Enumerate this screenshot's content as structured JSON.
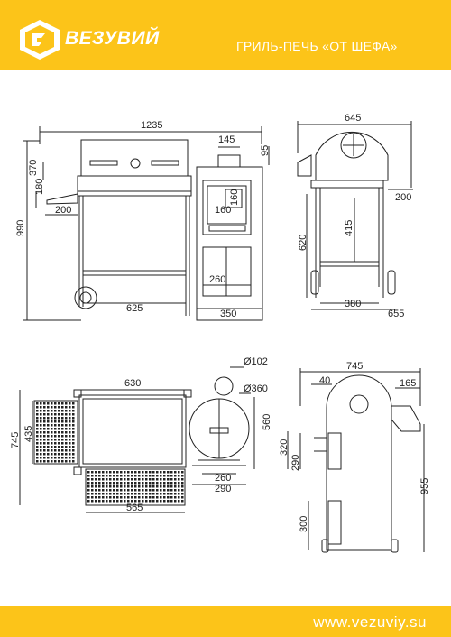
{
  "header": {
    "brand": "ВЕЗУВИЙ",
    "product_title": "ГРИЛЬ-ПЕЧЬ «ОТ ШЕФА»",
    "logo_icon": "brand-logo-icon",
    "background_color": "#fcc419",
    "text_color": "#ffffff"
  },
  "footer": {
    "website": "www.vezuviy.su"
  },
  "dimensions": {
    "front_view": {
      "overall_width": "1235",
      "chimney_width": "145",
      "chimney_height": "95",
      "firebox_lid_height": "370",
      "lid_height": "180",
      "side_shelf_width": "200",
      "total_height": "990",
      "firebox_door": "160",
      "firebox_door_height": "160",
      "ash_door_width": "260",
      "cart_width": "625",
      "stove_width": "350"
    },
    "side_view": {
      "overall_depth": "645",
      "shelf_width": "200",
      "inner_height": "415",
      "table_height": "620",
      "frame_width": "380",
      "base_depth": "655"
    },
    "top_view": {
      "grill_width": "630",
      "chimney_diameter": "Ø102",
      "stove_diameter": "Ø360",
      "overall_depth": "745",
      "grate_depth": "435",
      "stove_depth": "560",
      "stand_width": "260",
      "base_width": "290",
      "bottom_width": "565"
    },
    "right_view": {
      "overall_width": "745",
      "offset": "40",
      "chimney_width": "165",
      "door_height": "320",
      "door_width": "290",
      "ash_height": "300",
      "total_height": "955"
    }
  }
}
